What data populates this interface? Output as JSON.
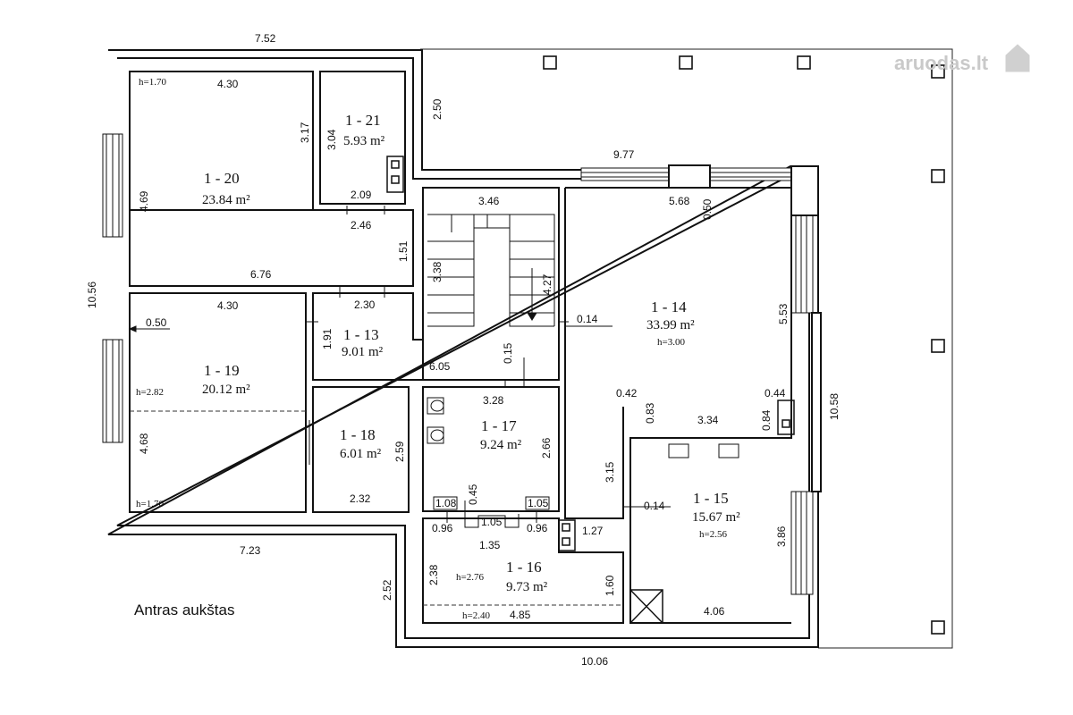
{
  "caption": "Antras aukštas",
  "watermark": "aruodas.lt",
  "rooms": [
    {
      "id": "1 - 20",
      "area": "23.84 m²",
      "height": "h=1.70"
    },
    {
      "id": "1 - 21",
      "area": "5.93 m²"
    },
    {
      "id": "1 - 13",
      "area": "9.01 m²"
    },
    {
      "id": "1 - 19",
      "area": "20.12 m²",
      "height": "h=2.82",
      "height2": "h=1.70"
    },
    {
      "id": "1 - 18",
      "area": "6.01 m²"
    },
    {
      "id": "1 - 17",
      "area": "9.24 m²"
    },
    {
      "id": "1 - 16",
      "area": "9.73 m²",
      "height": "h=2.76",
      "height2": "h=2.40"
    },
    {
      "id": "1 - 14",
      "area": "33.99 m²",
      "height": "h=3.00"
    },
    {
      "id": "1 - 15",
      "area": "15.67 m²",
      "height": "h=2.56"
    }
  ],
  "dimensions": {
    "top_7_52": "7.52",
    "left_10_56": "10.56",
    "bottom_7_23": "7.23",
    "r20_4_30": "4.30",
    "r20_3_17": "3.17",
    "r20_4_69": "4.69",
    "r20_6_76": "6.76",
    "r21_3_04": "3.04",
    "r21_2_09": "2.09",
    "d_2_50": "2.50",
    "d_2_46": "2.46",
    "d_1_51": "1.51",
    "d_2_30": "2.30",
    "r19_4_30": "4.30",
    "r19_0_50": "0.50",
    "r19_4_68": "4.68",
    "r13_1_91": "1.91",
    "d_6_05": "6.05",
    "stair_3_46": "3.46",
    "stair_3_38": "3.38",
    "stair_4_27": "4.27",
    "d_0_15": "0.15",
    "d_9_77": "9.77",
    "d_5_68": "5.68",
    "d_0_50": "0.50",
    "d_0_14a": "0.14",
    "d_5_53": "5.53",
    "d_10_58": "10.58",
    "r17_3_28": "3.28",
    "r17_2_66": "2.66",
    "r18_2_59": "2.59",
    "r18_2_32": "2.32",
    "d_0_42": "0.42",
    "d_0_83": "0.83",
    "d_3_34": "3.34",
    "d_0_84": "0.84",
    "d_0_44": "0.44",
    "d_3_15": "3.15",
    "d_0_14b": "0.14",
    "d_1_27": "1.27",
    "r15_3_86": "3.86",
    "r15_4_06": "4.06",
    "d_1_08": "1.08",
    "d_0_45": "0.45",
    "d_1_05a": "1.05",
    "d_1_05b": "1.05",
    "d_0_96a": "0.96",
    "d_1_35": "1.35",
    "d_0_96b": "0.96",
    "r16_2_38": "2.38",
    "r16_1_60": "1.60",
    "r16_4_85": "4.85",
    "d_2_52": "2.52",
    "bottom_10_06": "10.06"
  }
}
